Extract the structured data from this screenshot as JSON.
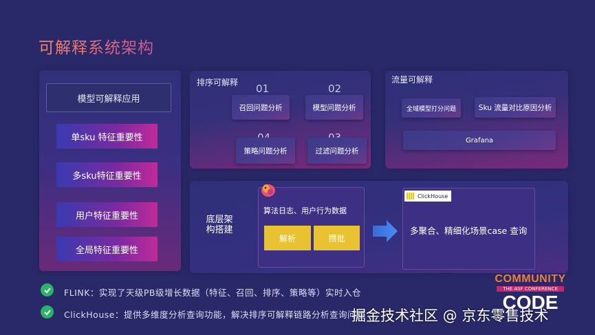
{
  "slide": {
    "title": "可解释系统架构"
  },
  "left_panel": {
    "header": "模型可解释应用",
    "features": [
      "单sku 特征重要性",
      "多sku特征重要性",
      "用户特征重要性",
      "全局特征重要性"
    ]
  },
  "ranking_panel": {
    "title": "排序可解释",
    "items": [
      {
        "num": "01",
        "label": "召回问题分析"
      },
      {
        "num": "02",
        "label": "模型问题分析"
      },
      {
        "num": "04",
        "label": "策略问题分析"
      },
      {
        "num": "03",
        "label": "过滤问题分析"
      }
    ]
  },
  "traffic_panel": {
    "title": "流量可解释",
    "items": [
      "全域模型打分问题",
      "Sku 流量对比原因分析",
      "Grafana"
    ]
  },
  "base_panel": {
    "title": "底层架构搭建",
    "flink_title": "算法日志、用户行为数据",
    "btn_parse": "解析",
    "btn_stitch": "攒批",
    "clickhouse_logo": "ClickHouse",
    "clickhouse_text": "多聚合、精细化场景case 查询"
  },
  "bullets": [
    "FLINK：实现了天级PB级增长数据（特征、召回、排序、策略等）实时入仓",
    "ClickHouse：提供多维度分析查询功能，解决排序可解释链路分析查询问题"
  ],
  "watermark": "掘金技术社区 @ 京东零售技术",
  "conference": {
    "line1": "COMMUNITY",
    "line2": "THE ASF CONFERENCE",
    "line3": "CODE"
  },
  "colors": {
    "background": "#29296a",
    "accent": "#e0667a",
    "yellow": "#e8c230",
    "check_green": "#2bb36a"
  }
}
